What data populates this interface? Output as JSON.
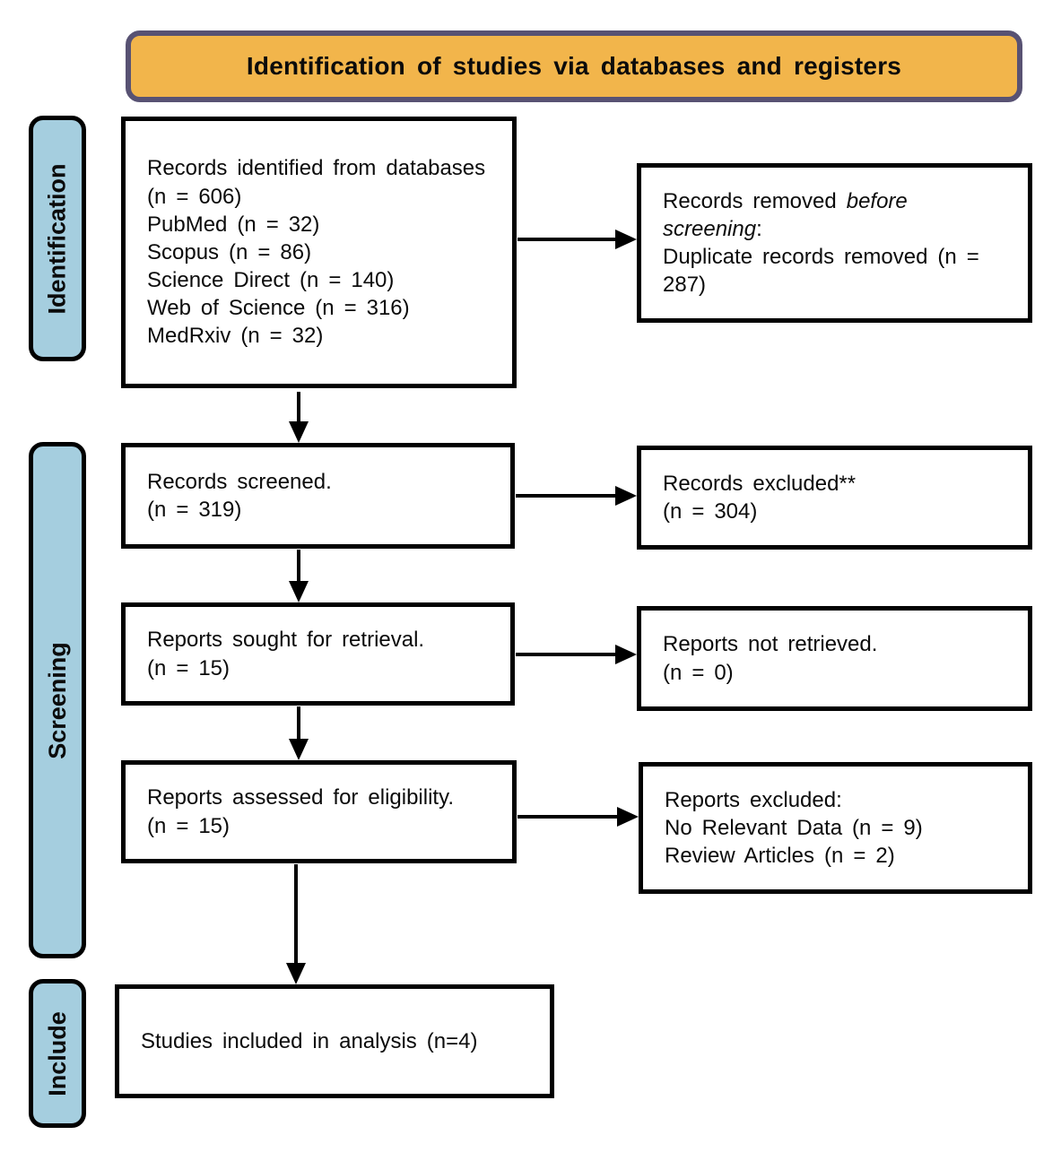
{
  "banner": {
    "title": "Identification of studies via databases and registers"
  },
  "stage_labels": {
    "identification": "Identification",
    "screening": "Screening",
    "include": "Include"
  },
  "colors": {
    "banner_fill": "#F2B54B",
    "banner_border": "#585273",
    "stage_fill": "#A5CEDF",
    "box_border": "#000000",
    "arrow": "#000000"
  },
  "boxes": {
    "records_identified": {
      "lines": [
        "Records identified from databases (n = 606)",
        "PubMed (n = 32)",
        "Scopus (n = 86)",
        "Science Direct (n = 140)",
        "Web of Science (n = 316)",
        "MedRxiv (n = 32)"
      ]
    },
    "records_removed": {
      "prefix": "Records removed ",
      "italic": "before screening",
      "suffix": ":",
      "line2": "Duplicate records removed (n = 287)"
    },
    "records_screened": {
      "lines": [
        "Records screened.",
        "(n = 319)"
      ]
    },
    "records_excluded": {
      "lines": [
        "Records excluded**",
        "(n = 304)"
      ]
    },
    "reports_sought": {
      "lines": [
        "Reports sought for retrieval.",
        "(n = 15)"
      ]
    },
    "reports_not_retrieved": {
      "lines": [
        "Reports not retrieved.",
        "(n = 0)"
      ]
    },
    "reports_assessed": {
      "lines": [
        "Reports assessed for eligibility.",
        "(n = 15)"
      ]
    },
    "reports_excluded": {
      "lines": [
        "Reports excluded:",
        "No Relevant Data (n = 9)",
        "Review Articles (n = 2)"
      ]
    },
    "studies_included": {
      "lines": [
        "Studies included in analysis (n=4)"
      ]
    }
  }
}
